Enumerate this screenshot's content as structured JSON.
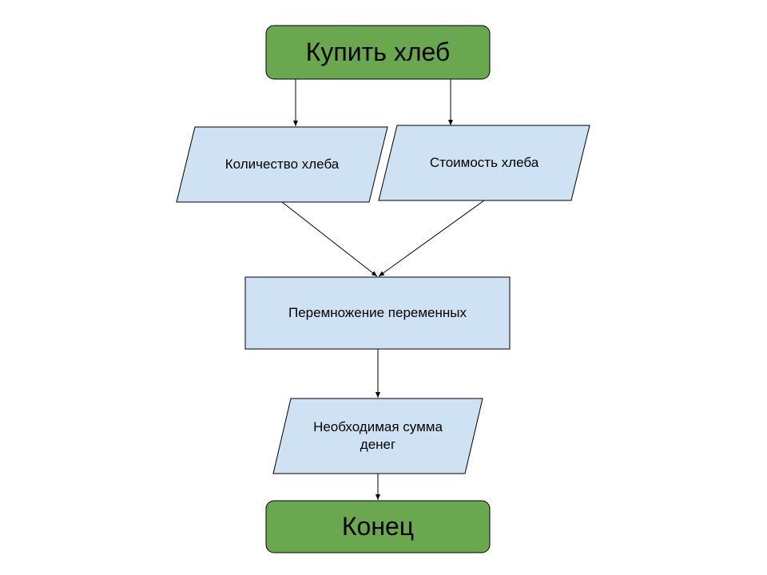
{
  "colors": {
    "terminal_fill": "#6aa84f",
    "process_fill": "#cfe2f3",
    "stroke": "#000000"
  },
  "nodes": {
    "start": {
      "shape": "terminal",
      "label": "Купить хлеб"
    },
    "input_quantity": {
      "shape": "data",
      "label": "Количество хлеба"
    },
    "input_price": {
      "shape": "data",
      "label": "Стоимость хлеба"
    },
    "multiply": {
      "shape": "process",
      "label": "Перемножение переменных"
    },
    "result": {
      "shape": "data",
      "label": "Необходимая сумма денег"
    },
    "end": {
      "shape": "terminal",
      "label": "Конец"
    }
  },
  "edges": [
    {
      "from": "start",
      "to": "input_quantity"
    },
    {
      "from": "start",
      "to": "input_price"
    },
    {
      "from": "input_quantity",
      "to": "multiply"
    },
    {
      "from": "input_price",
      "to": "multiply"
    },
    {
      "from": "multiply",
      "to": "result"
    },
    {
      "from": "result",
      "to": "end"
    }
  ]
}
